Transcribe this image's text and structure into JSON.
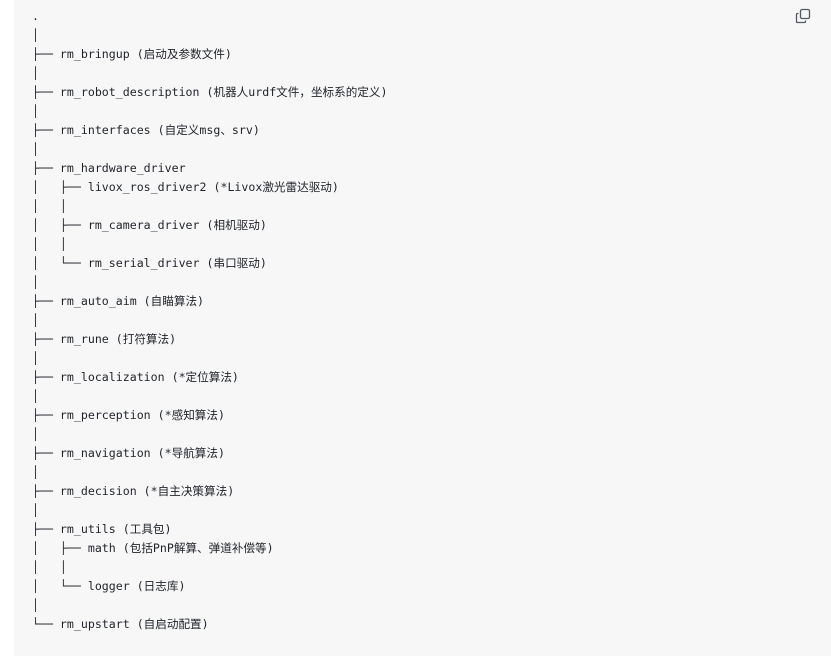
{
  "lines": [
    ".",
    "│",
    "├── rm_bringup (启动及参数文件)",
    "│",
    "├── rm_robot_description (机器人urdf文件，坐标系的定义)",
    "│",
    "├── rm_interfaces (自定义msg、srv)",
    "│",
    "├── rm_hardware_driver",
    "│   ├── livox_ros_driver2 (*Livox激光雷达驱动)",
    "│   │",
    "│   ├── rm_camera_driver (相机驱动)",
    "│   │",
    "│   └── rm_serial_driver (串口驱动)",
    "│",
    "├── rm_auto_aim (自瞄算法)",
    "│",
    "├── rm_rune (打符算法)",
    "│",
    "├── rm_localization (*定位算法)",
    "│",
    "├── rm_perception (*感知算法)",
    "│",
    "├── rm_navigation (*导航算法)",
    "│",
    "├── rm_decision (*自主决策算法)",
    "│",
    "├── rm_utils (工具包)",
    "│   ├── math (包括PnP解算、弹道补偿等)",
    "│   │",
    "│   └── logger (日志库)",
    "│",
    "└── rm_upstart (自启动配置)"
  ]
}
